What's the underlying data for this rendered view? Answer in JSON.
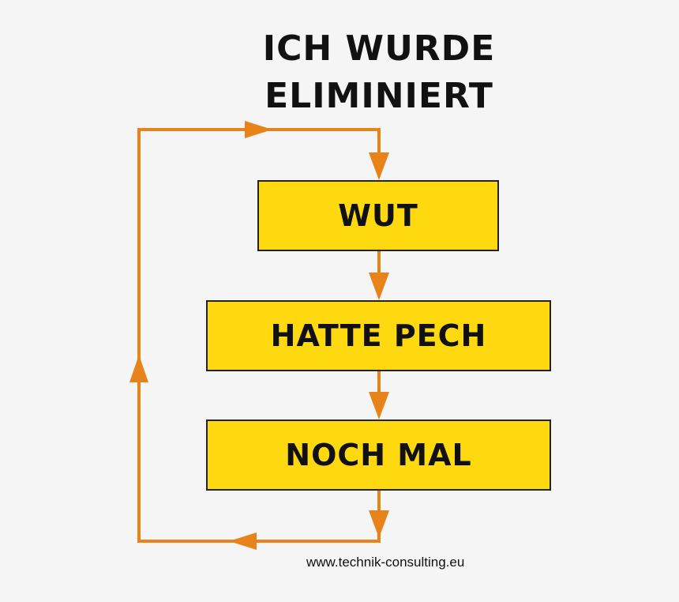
{
  "title": {
    "line1": "ICH WURDE",
    "line2": "ELIMINIERT"
  },
  "boxes": [
    {
      "label": "WUT"
    },
    {
      "label": "HATTE PECH"
    },
    {
      "label": "NOCH MAL"
    }
  ],
  "footer": {
    "url": "www.technik-consulting.eu"
  },
  "colors": {
    "background": "#f5f5f5",
    "box_fill": "#ffd910",
    "box_border": "#222222",
    "arrow": "#e8821a",
    "text": "#111111"
  }
}
